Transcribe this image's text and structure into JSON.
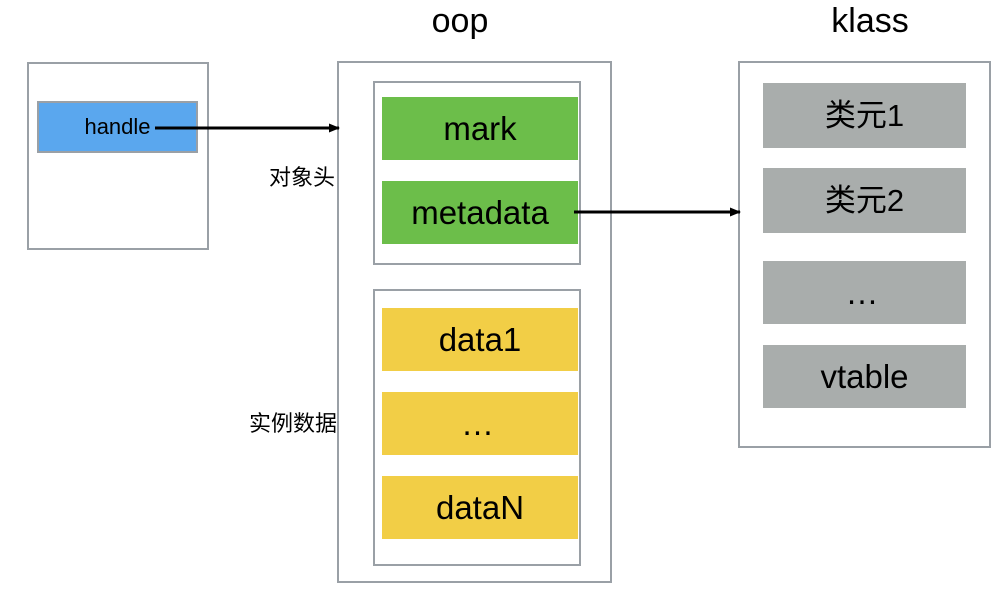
{
  "diagram": {
    "titles": {
      "oop": "oop",
      "klass": "klass"
    },
    "handle_panel": {
      "block_label": "handle"
    },
    "side_labels": {
      "object_header": "对象头",
      "instance_data": "实例数据"
    },
    "oop": {
      "header_rows": [
        {
          "label": "mark"
        },
        {
          "label": "metadata"
        }
      ],
      "data_rows": [
        {
          "label": "data1"
        },
        {
          "label": "…"
        },
        {
          "label": "dataN"
        }
      ]
    },
    "klass": {
      "rows": [
        {
          "label": "类元1"
        },
        {
          "label": "类元2"
        },
        {
          "label": "…"
        },
        {
          "label": "vtable"
        }
      ]
    },
    "arrows": [
      {
        "name": "handle-to-oop"
      },
      {
        "name": "metadata-to-klass"
      }
    ],
    "colors": {
      "handle_fill": "#5AA7EE",
      "header_fill": "#6CBE4A",
      "data_fill": "#F2CE46",
      "klass_fill": "#A9ADAC",
      "frame_stroke": "#9AA0A6",
      "arrow_stroke": "#000000",
      "background": "#FFFFFF"
    }
  }
}
